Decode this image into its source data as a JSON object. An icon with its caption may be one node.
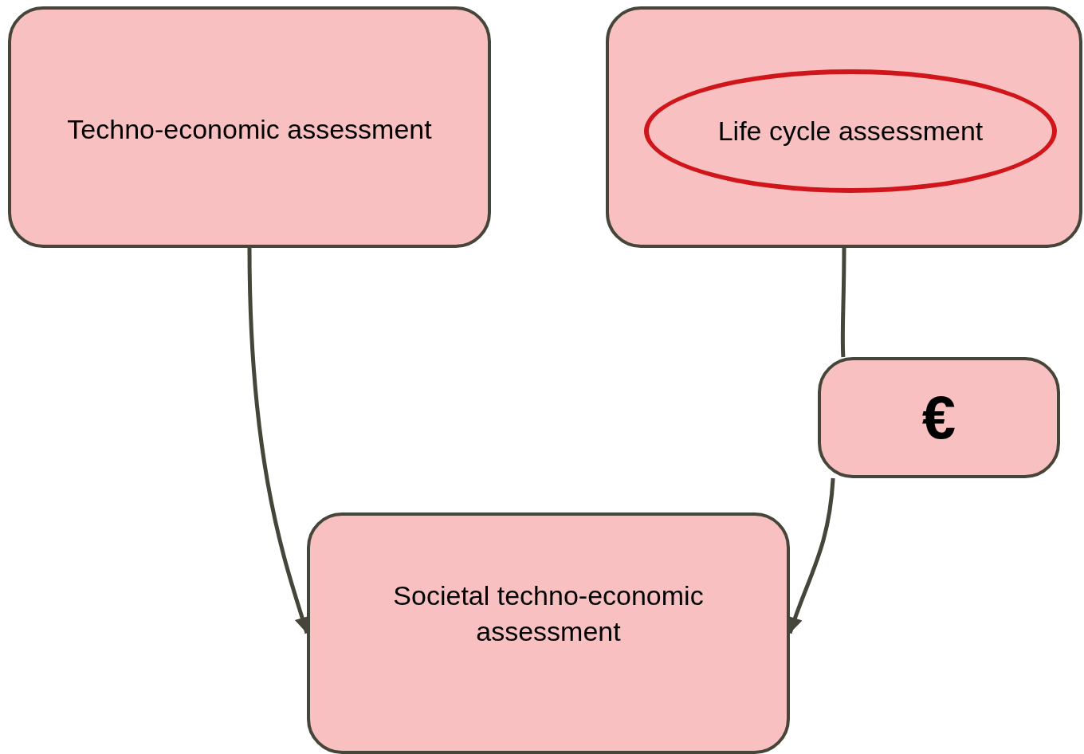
{
  "diagram": {
    "nodes": [
      {
        "text": [
          "Techno-economic assessment"
        ]
      },
      {
        "text": [],
        "shape": "box"
      },
      {
        "text": [
          "Life cycle assessment"
        ],
        "in": 1
      },
      {
        "text": [
          "€"
        ]
      },
      {
        "text": [
          "Societal techno-economic assessment"
        ]
      }
    ],
    "edges": [
      {
        "from": 0,
        "to": 4,
        "arrow": "to"
      },
      {
        "from": 1,
        "to": 3,
        "arrow": "none"
      },
      {
        "from": 3,
        "to": 4,
        "arrow": "to"
      }
    ]
  }
}
